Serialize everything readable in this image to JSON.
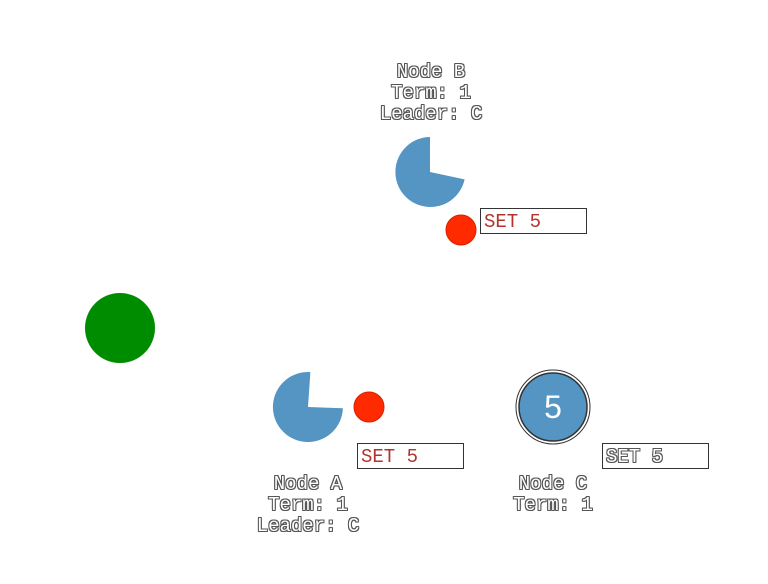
{
  "colors": {
    "node_blue": "#5595c3",
    "message_red": "#ff2a00",
    "client_green": "#008c00",
    "outline": "#333333"
  },
  "nodes": {
    "a": {
      "name": "Node A",
      "term": "Term: 1",
      "leader": "Leader: C",
      "state": "follower"
    },
    "b": {
      "name": "Node B",
      "term": "Term: 1",
      "leader": "Leader: C",
      "state": "follower"
    },
    "c": {
      "name": "Node C",
      "term": "Term: 1",
      "state": "leader",
      "log_value": "5"
    }
  },
  "messages": {
    "c_to_b": "SET 5",
    "c_to_a": "SET 5",
    "client_to_c": "SET 5"
  },
  "client": {
    "icon": "client-circle-icon"
  }
}
